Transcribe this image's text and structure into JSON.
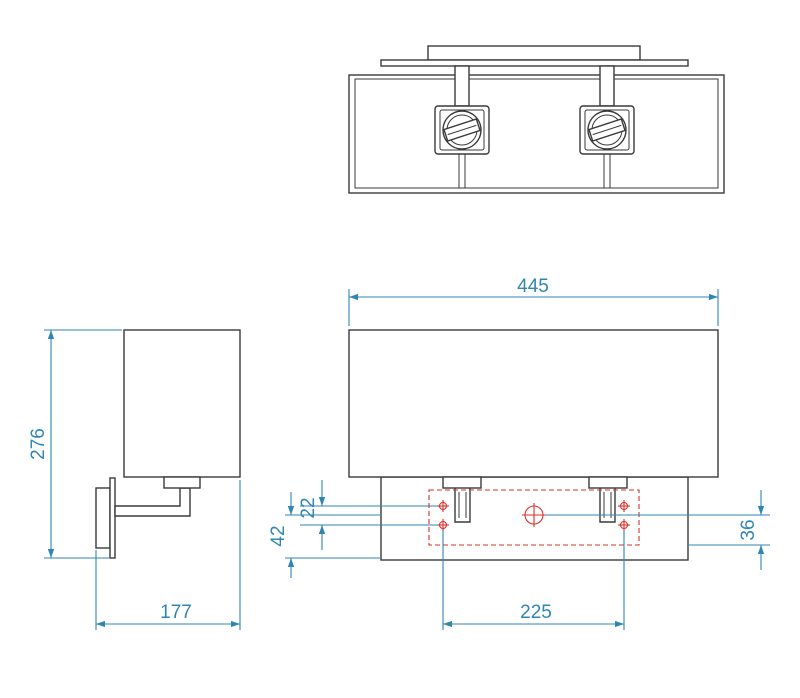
{
  "dimensions": {
    "overall_width": "445",
    "overall_height": "276",
    "projection": "177",
    "fixing_centres": "225",
    "fixing_vertical": "22",
    "plate_offset": "42",
    "centre_offset": "36"
  },
  "colors": {
    "dimension": "#2f86b3",
    "outline": "#3a3a3a",
    "fixing": "#d9302a"
  }
}
